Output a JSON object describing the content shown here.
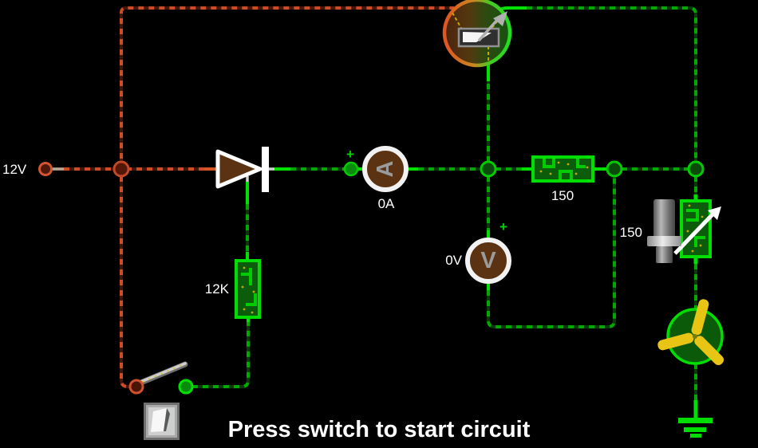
{
  "status": {
    "message": "Press switch to start circuit"
  },
  "components": {
    "battery": {
      "label": "12V"
    },
    "ammeter": {
      "reading": "0A",
      "symbol": "A",
      "polarity": "+"
    },
    "voltmeter": {
      "reading": "0V",
      "symbol": "V",
      "polarity": "+"
    },
    "resistor_12k": {
      "value": "12K"
    },
    "resistor_150": {
      "value": "150"
    },
    "variable_resistor_150": {
      "value": "150"
    }
  },
  "colors": {
    "background": "#000000",
    "live_wire_dash": "#cd4b26",
    "live_wire_base": "#45160a",
    "neutral_wire_dash": "#00a800",
    "neutral_wire_base": "#0a3a0a",
    "wire_bright": "#00e000",
    "component_outline": "#00dd00",
    "component_fill": "#0b5c0b",
    "meter_body": "#5b3313",
    "meter_ring": "#f2f2f2",
    "fan_blade": "#e8c414",
    "label_text": "#ffffff"
  }
}
